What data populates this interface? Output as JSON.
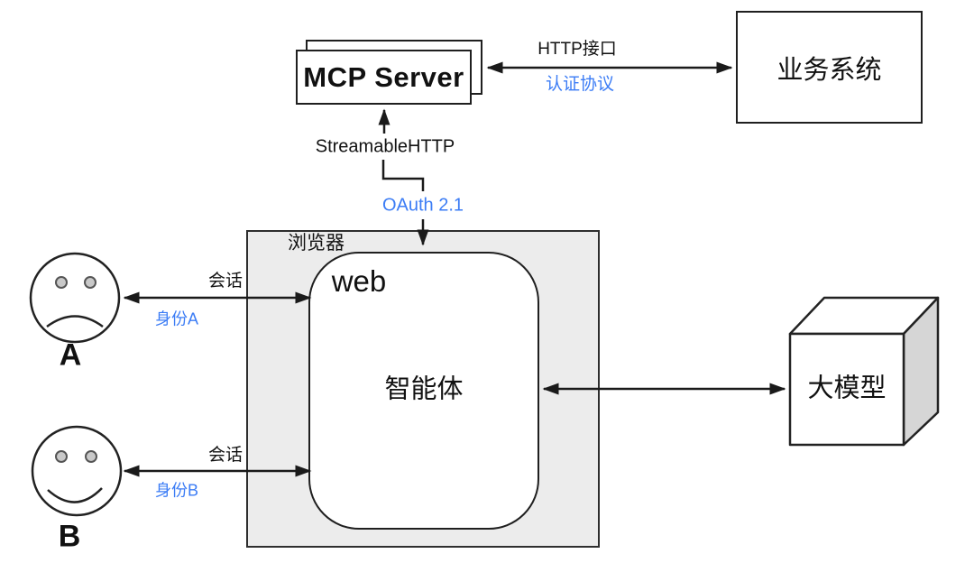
{
  "title": "MCP browser agent architecture diagram",
  "colors": {
    "accent_blue": "#3b7cf5",
    "line": "#1a1a1a",
    "browser_fill": "#ececec",
    "cube_side": "#d6d6d6",
    "eye_fill": "#c9c9c9"
  },
  "nodes": {
    "mcp_server": {
      "label": "MCP Server",
      "shape": "stacked-rectangles"
    },
    "business_system": {
      "label": "业务系统",
      "shape": "rectangle"
    },
    "browser": {
      "label": "浏览器",
      "shape": "gray-container"
    },
    "web": {
      "label": "web"
    },
    "agent": {
      "label": "智能体",
      "shape": "rounded-rectangle"
    },
    "model": {
      "label": "大模型",
      "shape": "3d-cube"
    },
    "user_a": {
      "label": "A",
      "icon": "sad-face"
    },
    "user_b": {
      "label": "B",
      "icon": "smile-face"
    }
  },
  "edges": {
    "mcp_business": {
      "top_label": "HTTP接口",
      "bottom_label": "认证协议",
      "style": "double-arrow"
    },
    "mcp_transport": {
      "label": "StreamableHTTP",
      "style": "arrow-up-into-mcp"
    },
    "oauth": {
      "label": "OAuth 2.1",
      "style": "elbow-arrow-down-into-browser"
    },
    "user_a_session": {
      "top_label": "会话",
      "bottom_label": "身份A",
      "style": "double-arrow"
    },
    "user_b_session": {
      "top_label": "会话",
      "bottom_label": "身份B",
      "style": "double-arrow"
    },
    "agent_model": {
      "label": "",
      "style": "double-arrow"
    }
  }
}
